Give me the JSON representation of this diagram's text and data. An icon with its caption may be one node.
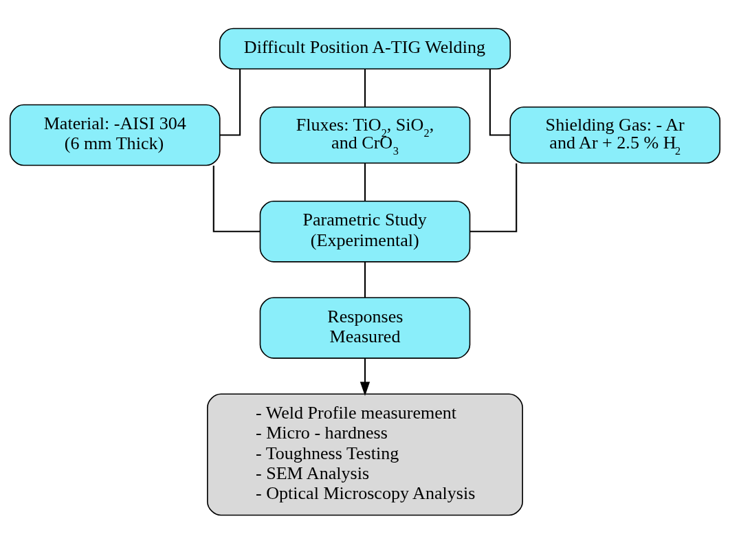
{
  "diagram": {
    "nodes": [
      {
        "text": [
          "Difficult Position A-TIG Welding"
        ]
      },
      {
        "text": [
          "Material: -AISI 304 (6 mm Thick)"
        ]
      },
      {
        "text": [
          "Fluxes: TiO$_{2}$, SiO$_{2}$, and CrO$_{3}$"
        ]
      },
      {
        "text": [
          "Shielding Gas: - Ar and Ar + 2.5 % H$_{2}$"
        ]
      },
      {
        "text": [
          "Parametric Study (Experimental)"
        ]
      },
      {
        "text": [
          "Responses Measured"
        ]
      },
      {
        "text": [
          "- Weld Profile measurement",
          "- Micro - hardness",
          "- Toughness Testing",
          "- SEM Analysis",
          "- Optical Microscopy Analysis"
        ]
      }
    ],
    "edges": [
      {
        "from": 0,
        "to": 1,
        "arrow": "none"
      },
      {
        "from": 0,
        "to": 2,
        "arrow": "none"
      },
      {
        "from": 0,
        "to": 3,
        "arrow": "none"
      },
      {
        "from": 1,
        "to": 4,
        "arrow": "none"
      },
      {
        "from": 2,
        "to": 4,
        "arrow": "none"
      },
      {
        "from": 3,
        "to": 4,
        "arrow": "none"
      },
      {
        "from": 4,
        "to": 5,
        "arrow": "none"
      },
      {
        "from": 5,
        "to": 6,
        "arrow": "to"
      }
    ]
  }
}
